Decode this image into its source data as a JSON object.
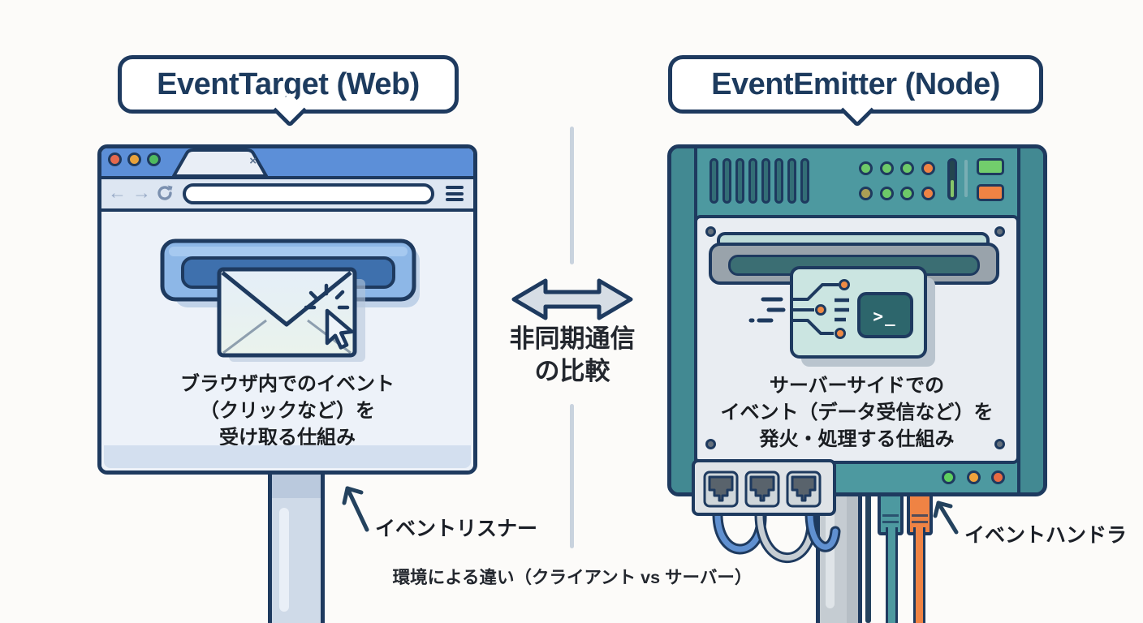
{
  "left": {
    "bubble": "EventTarget (Web)",
    "desc": [
      "ブラウザ内でのイベント",
      "（クリックなど）を",
      "受け取る仕組み"
    ],
    "annotation": "イベントリスナー"
  },
  "right": {
    "bubble": "EventEmitter (Node)",
    "desc": [
      "サーバーサイドでの",
      "イベント（データ受信など）を",
      "発火・処理する仕組み"
    ],
    "annotation": "イベントハンドラ"
  },
  "center": {
    "comparison": [
      "非同期通信",
      "の比較"
    ],
    "caption": "環境による違い（クライアント vs サーバー）"
  },
  "icons": {
    "tab_close": "×",
    "back_arrow": "←",
    "forward_arrow": "→",
    "terminal_prompt": ">_"
  },
  "colors": {
    "outline_navy": "#1e3a5f",
    "browser_blue": "#5c8fd8",
    "server_teal": "#4d99a0",
    "accent_orange": "#ef8344",
    "accent_green": "#6dc968",
    "slot_blue": "#3e70ad",
    "card_mint": "#cbe5e1"
  }
}
